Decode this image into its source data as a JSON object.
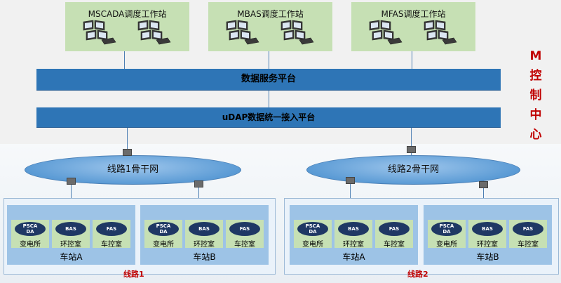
{
  "control_center": {
    "label_chars": [
      "M",
      "控",
      "制",
      "中",
      "心"
    ],
    "workstations": [
      {
        "title": "MSCADA调度工作站"
      },
      {
        "title": "MBAS调度工作站"
      },
      {
        "title": "MFAS调度工作站"
      }
    ],
    "data_platform": "数据服务平台",
    "access_platform": "uDAP数据统一接入平台"
  },
  "lines": [
    {
      "backbone": "线路1骨干网",
      "tag": "线路1",
      "stations": [
        {
          "name": "车站A",
          "subsystems": [
            {
              "badge": "PSCA\nDA",
              "label": "变电所"
            },
            {
              "badge": "BAS",
              "label": "环控室"
            },
            {
              "badge": "FAS",
              "label": "车控室"
            }
          ]
        },
        {
          "name": "车站B",
          "subsystems": [
            {
              "badge": "PSCA\nDA",
              "label": "变电所"
            },
            {
              "badge": "BAS",
              "label": "环控室"
            },
            {
              "badge": "FAS",
              "label": "车控室"
            }
          ]
        }
      ]
    },
    {
      "backbone": "线路2骨干网",
      "tag": "线路2",
      "stations": [
        {
          "name": "车站A",
          "subsystems": [
            {
              "badge": "PSCA\nDA",
              "label": "变电所"
            },
            {
              "badge": "BAS",
              "label": "环控室"
            },
            {
              "badge": "FAS",
              "label": "车控室"
            }
          ]
        },
        {
          "name": "车站B",
          "subsystems": [
            {
              "badge": "PSCA\nDA",
              "label": "变电所"
            },
            {
              "badge": "BAS",
              "label": "环控室"
            },
            {
              "badge": "FAS",
              "label": "车控室"
            }
          ]
        }
      ]
    }
  ]
}
